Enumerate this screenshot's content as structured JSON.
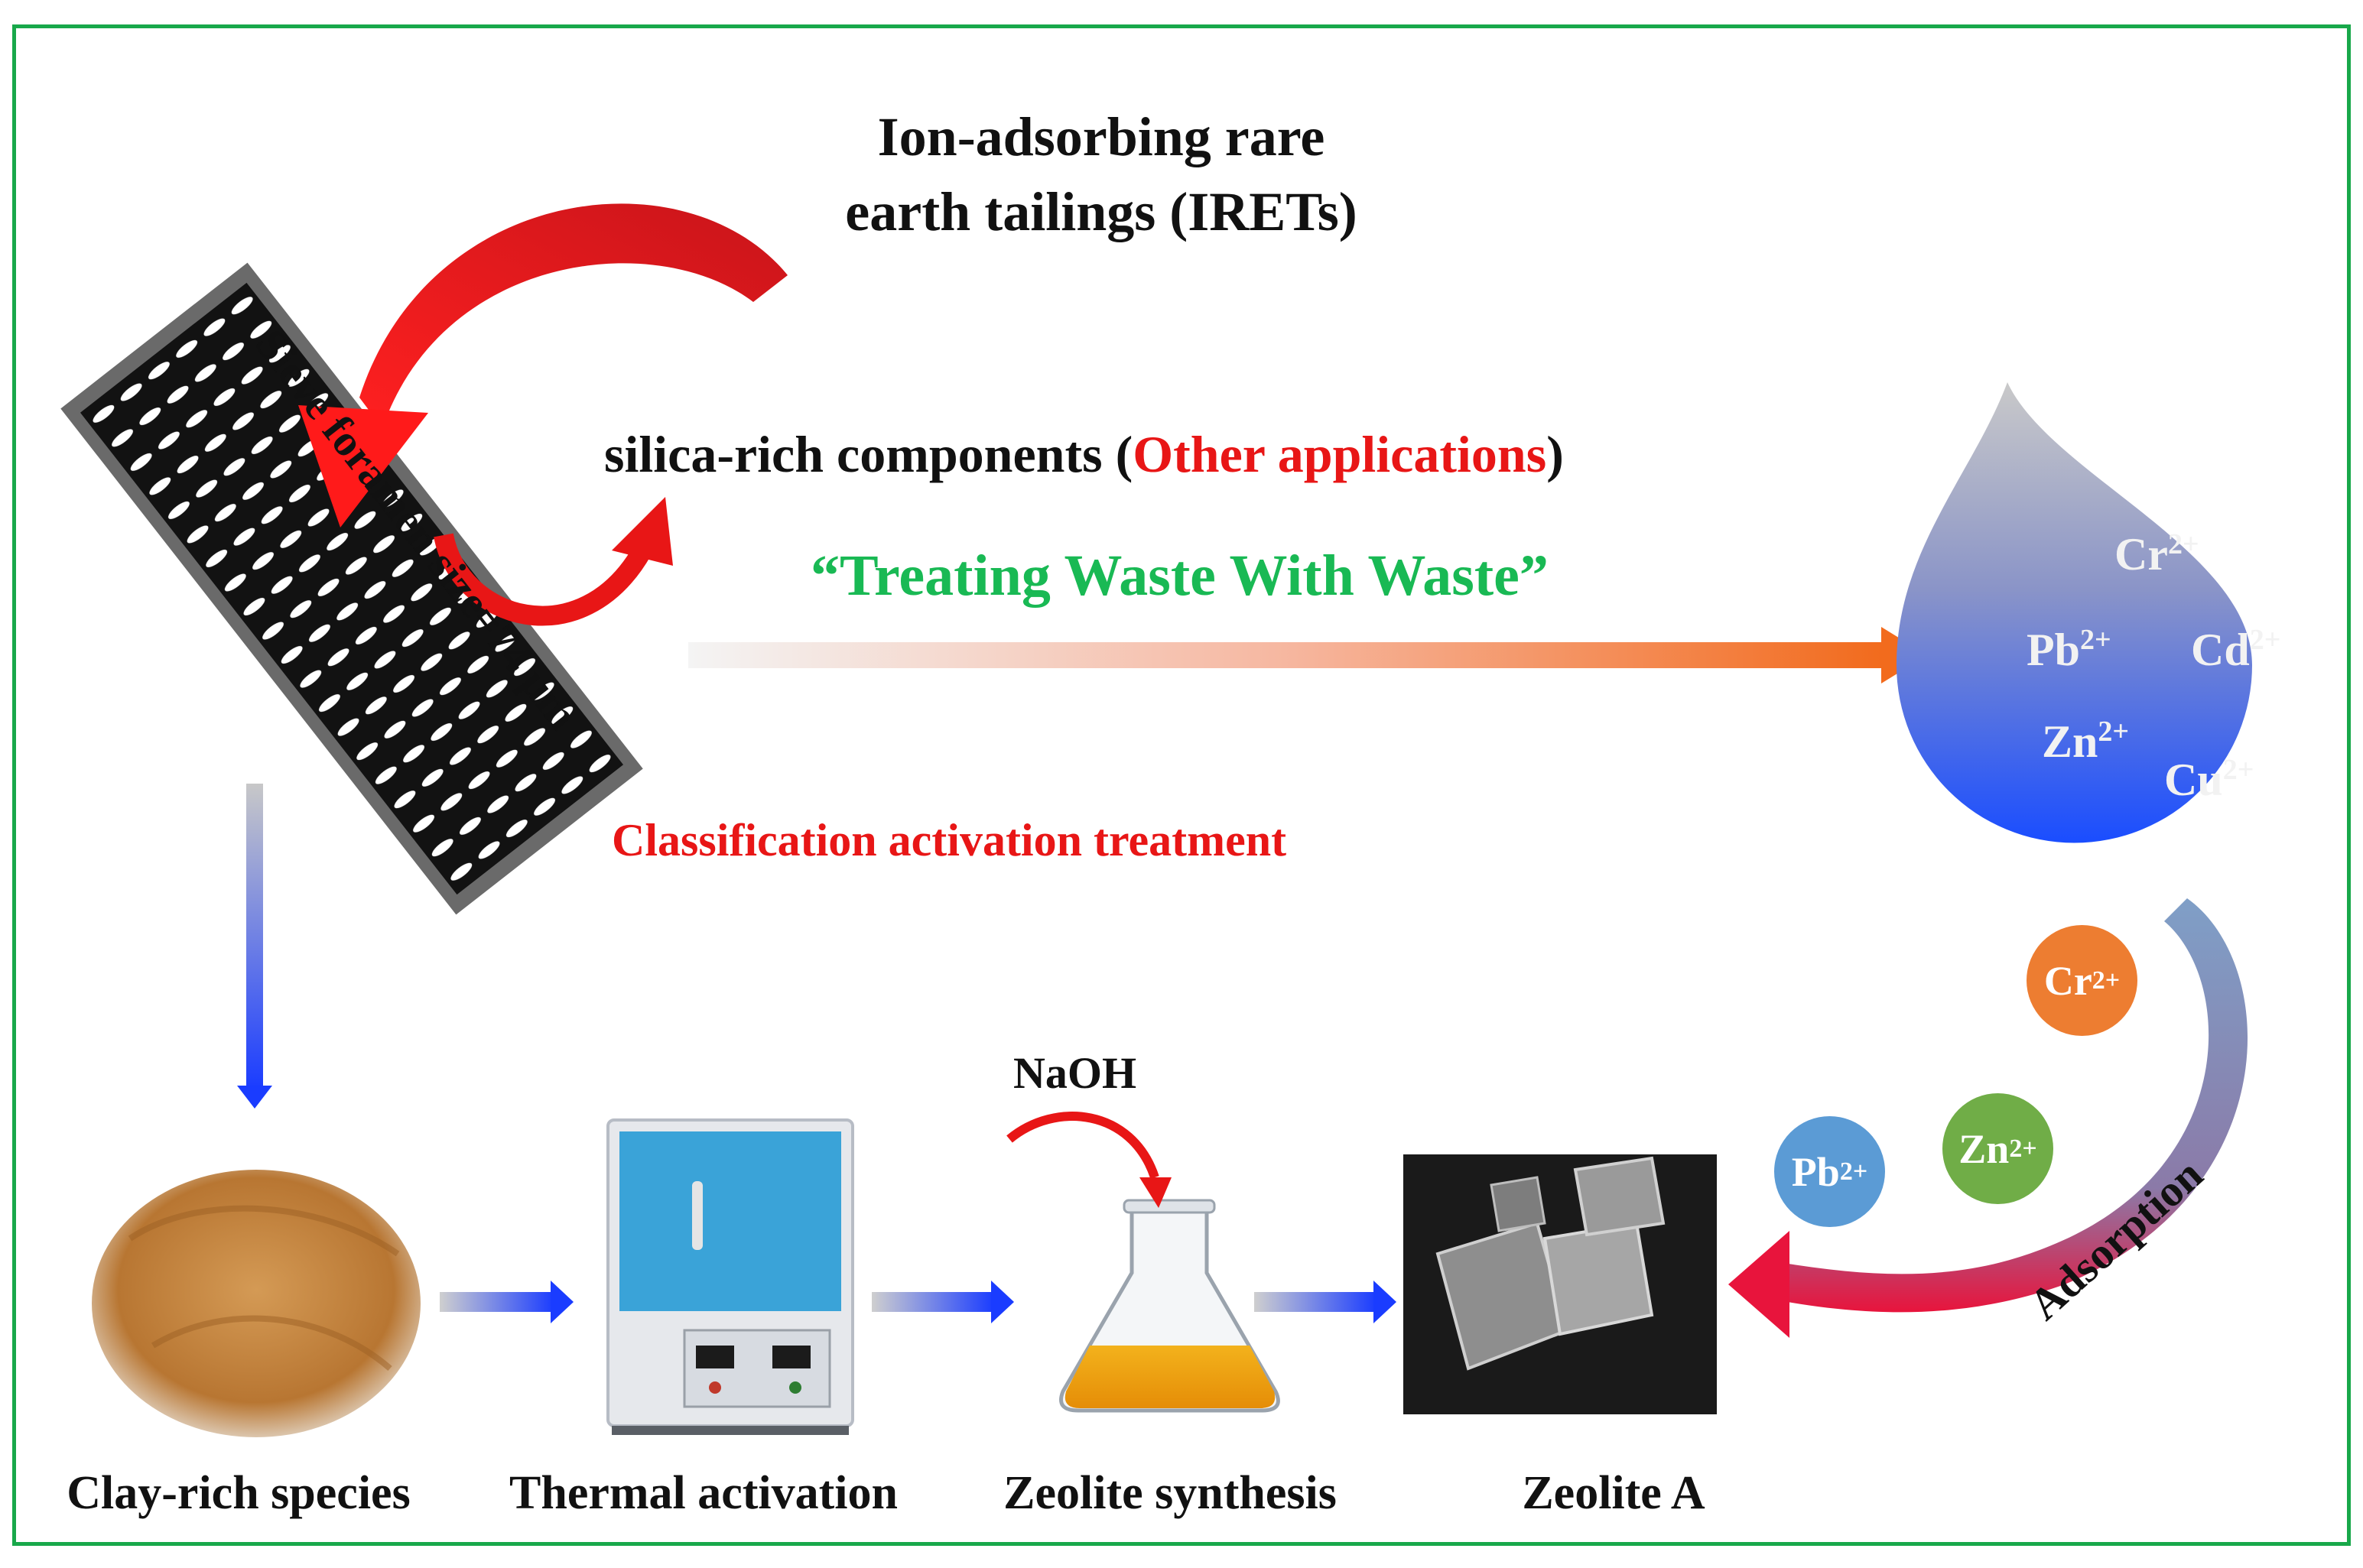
{
  "title": {
    "line1": "Ion-adsorbing rare",
    "line2": "earth tailings (IRETs)"
  },
  "silica": {
    "prefix": "silica-rich components (",
    "highlight": "Other applications",
    "suffix": ")"
  },
  "slogan": "“Treating Waste With Waste”",
  "classification": "Classification activation treatment",
  "sieve_label": "Sieve foramen size=74 µm",
  "process_steps": [
    {
      "label": "Clay-rich species"
    },
    {
      "label": "Thermal activation"
    },
    {
      "label": "Zeolite synthesis"
    },
    {
      "label": "Zeolite A"
    }
  ],
  "reagent": "NaOH",
  "adsorption_label": "Adsorption",
  "droplet_ions": [
    {
      "symbol": "Cr",
      "charge": "2+"
    },
    {
      "symbol": "Pb",
      "charge": "2+"
    },
    {
      "symbol": "Cd",
      "charge": "2+"
    },
    {
      "symbol": "Zn",
      "charge": "2+"
    },
    {
      "symbol": "Cu",
      "charge": "2+"
    }
  ],
  "floating_ions": [
    {
      "symbol": "Cr",
      "charge": "2+",
      "color": "#ed7d31"
    },
    {
      "symbol": "Zn",
      "charge": "2+",
      "color": "#70ad47"
    },
    {
      "symbol": "Pb",
      "charge": "2+",
      "color": "#5b9bd5"
    }
  ],
  "colors": {
    "frame": "#18a84a",
    "slogan": "#19b954",
    "highlight": "#e81616",
    "process_arrow": "#1a3cff",
    "droplet_top": "#bdbdbd",
    "droplet_bottom": "#1a4dff"
  }
}
